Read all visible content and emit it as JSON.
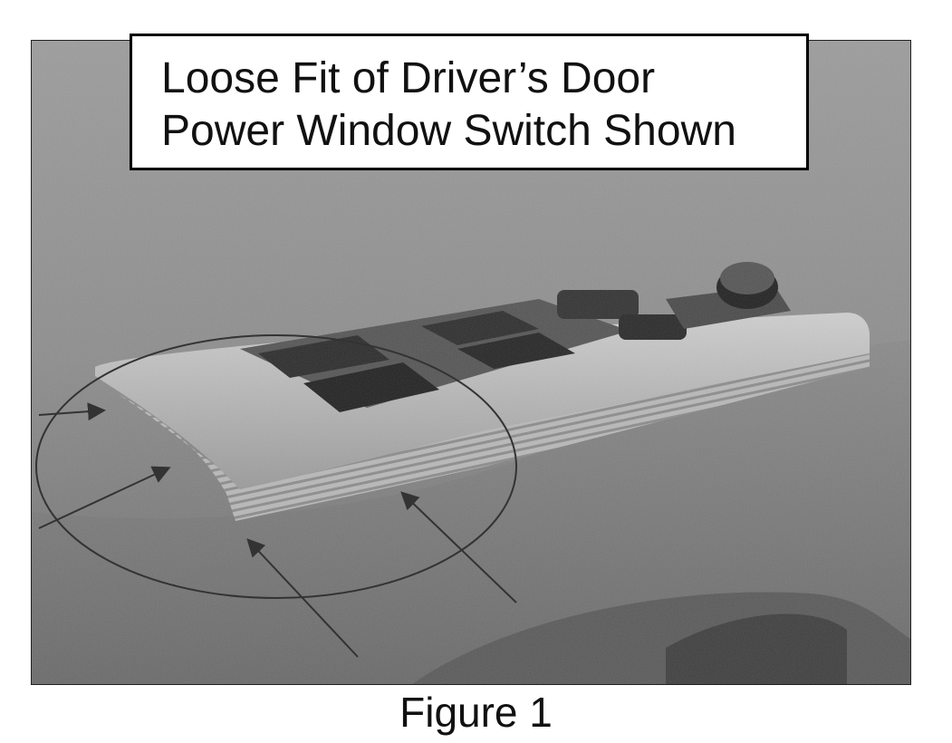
{
  "callout": {
    "line1": "Loose Fit of Driver’s Door",
    "line2": "Power Window Switch Shown"
  },
  "figure_label": "Figure 1",
  "photo": {
    "subject": "driver door armrest power window switch panel",
    "tone": "grayscale"
  }
}
